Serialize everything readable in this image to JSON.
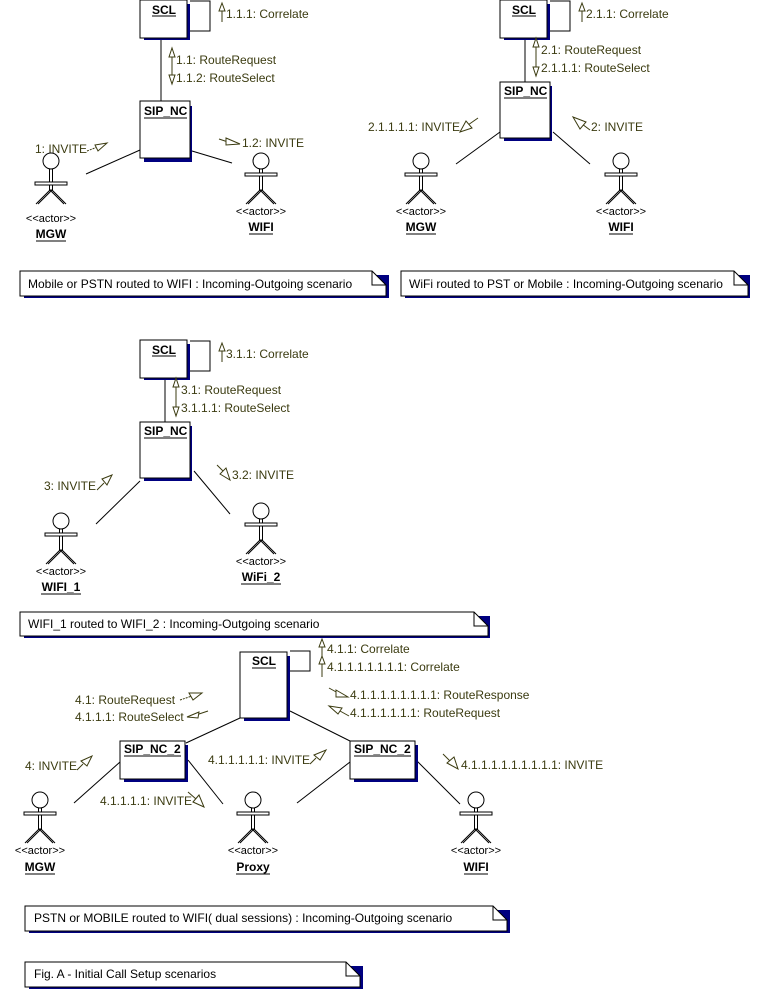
{
  "colors": {
    "shadow": "#000080",
    "message_text": "#3b3b10",
    "line": "#000000"
  },
  "diagrams": [
    {
      "id": "scenario-1",
      "objects": [
        {
          "key": "scl",
          "label": "SCL"
        },
        {
          "key": "sipnc",
          "label": "SIP_NC"
        }
      ],
      "actors": [
        {
          "key": "mgw",
          "stereotype": "<<actor>>",
          "name": "MGW"
        },
        {
          "key": "wifi",
          "stereotype": "<<actor>>",
          "name": "WIFI"
        }
      ],
      "messages": [
        {
          "key": "m1",
          "text": "1.1.1: Correlate"
        },
        {
          "key": "m2",
          "text": "1.1: RouteRequest"
        },
        {
          "key": "m3",
          "text": "1.1.2: RouteSelect"
        },
        {
          "key": "m4",
          "text": "1: INVITE"
        },
        {
          "key": "m5",
          "text": "1.2: INVITE"
        }
      ],
      "note": "Mobile or PSTN routed to WIFI : Incoming-Outgoing scenario"
    },
    {
      "id": "scenario-2",
      "objects": [
        {
          "key": "scl",
          "label": "SCL"
        },
        {
          "key": "sipnc",
          "label": "SIP_NC"
        }
      ],
      "actors": [
        {
          "key": "mgw",
          "stereotype": "<<actor>>",
          "name": "MGW"
        },
        {
          "key": "wifi",
          "stereotype": "<<actor>>",
          "name": "WIFI"
        }
      ],
      "messages": [
        {
          "key": "m1",
          "text": "2.1.1: Correlate"
        },
        {
          "key": "m2",
          "text": "2.1: RouteRequest"
        },
        {
          "key": "m3",
          "text": "2.1.1.1: RouteSelect"
        },
        {
          "key": "m4",
          "text": "2.1.1.1.1: INVITE"
        },
        {
          "key": "m5",
          "text": "2: INVITE"
        }
      ],
      "note": "WiFi routed to PST or Mobile : Incoming-Outgoing scenario"
    },
    {
      "id": "scenario-3",
      "objects": [
        {
          "key": "scl",
          "label": "SCL"
        },
        {
          "key": "sipnc",
          "label": "SIP_NC"
        }
      ],
      "actors": [
        {
          "key": "wifi1",
          "stereotype": "<<actor>>",
          "name": "WIFI_1"
        },
        {
          "key": "wifi2",
          "stereotype": "<<actor>>",
          "name": "WiFi_2"
        }
      ],
      "messages": [
        {
          "key": "m1",
          "text": "3.1.1: Correlate"
        },
        {
          "key": "m2",
          "text": "3.1: RouteRequest"
        },
        {
          "key": "m3",
          "text": "3.1.1.1: RouteSelect"
        },
        {
          "key": "m4",
          "text": "3: INVITE"
        },
        {
          "key": "m5",
          "text": "3.2: INVITE"
        }
      ],
      "note": "WIFI_1 routed to WIFI_2 : Incoming-Outgoing scenario"
    },
    {
      "id": "scenario-4",
      "objects": [
        {
          "key": "scl",
          "label": "SCL"
        },
        {
          "key": "sipnc2a",
          "label": "SIP_NC_2"
        },
        {
          "key": "sipnc2b",
          "label": "SIP_NC_2"
        }
      ],
      "actors": [
        {
          "key": "mgw",
          "stereotype": "<<actor>>",
          "name": "MGW"
        },
        {
          "key": "proxy",
          "stereotype": "<<actor>>",
          "name": "Proxy"
        },
        {
          "key": "wifi",
          "stereotype": "<<actor>>",
          "name": "WIFI"
        }
      ],
      "messages": [
        {
          "key": "m1",
          "text": "4.1.1: Correlate"
        },
        {
          "key": "m2",
          "text": "4.1.1.1.1.1.1.1: Correlate"
        },
        {
          "key": "m3",
          "text": "4.1.1.1.1.1.1.1.1: RouteResponse"
        },
        {
          "key": "m4",
          "text": "4.1.1.1.1.1.1: RouteRequest"
        },
        {
          "key": "m5",
          "text": "4.1: RouteRequest"
        },
        {
          "key": "m6",
          "text": "4.1.1.1: RouteSelect"
        },
        {
          "key": "m7",
          "text": "4: INVITE"
        },
        {
          "key": "m8",
          "text": "4.1.1.1.1.1: INVITE"
        },
        {
          "key": "m9",
          "text": "4.1.1.1.1: INVITE"
        },
        {
          "key": "m10",
          "text": "4.1.1.1.1.1.1.1.1.1: INVITE"
        }
      ],
      "note": "PSTN or MOBILE routed to WIFI( dual sessions) : Incoming-Outgoing scenario"
    }
  ],
  "caption": "Fig. A - Initial Call Setup scenarios"
}
